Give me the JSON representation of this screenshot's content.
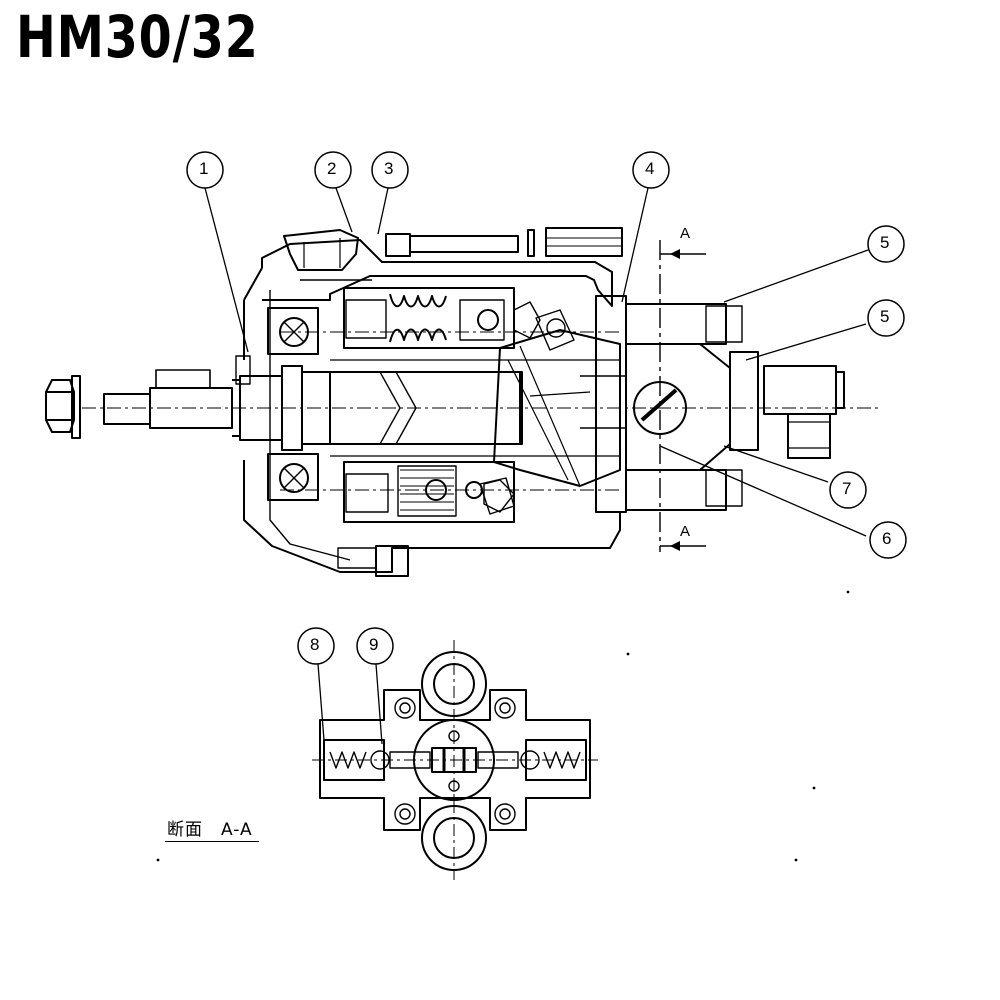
{
  "title": "HM30/32",
  "callouts": [
    "1",
    "2",
    "3",
    "4",
    "5",
    "5",
    "7",
    "6",
    "8",
    "9"
  ],
  "section_markers": {
    "top": "A",
    "bottom": "A"
  },
  "section_caption": "断面　A-A",
  "colors": {
    "ink": "#000000",
    "paper": "#ffffff"
  }
}
